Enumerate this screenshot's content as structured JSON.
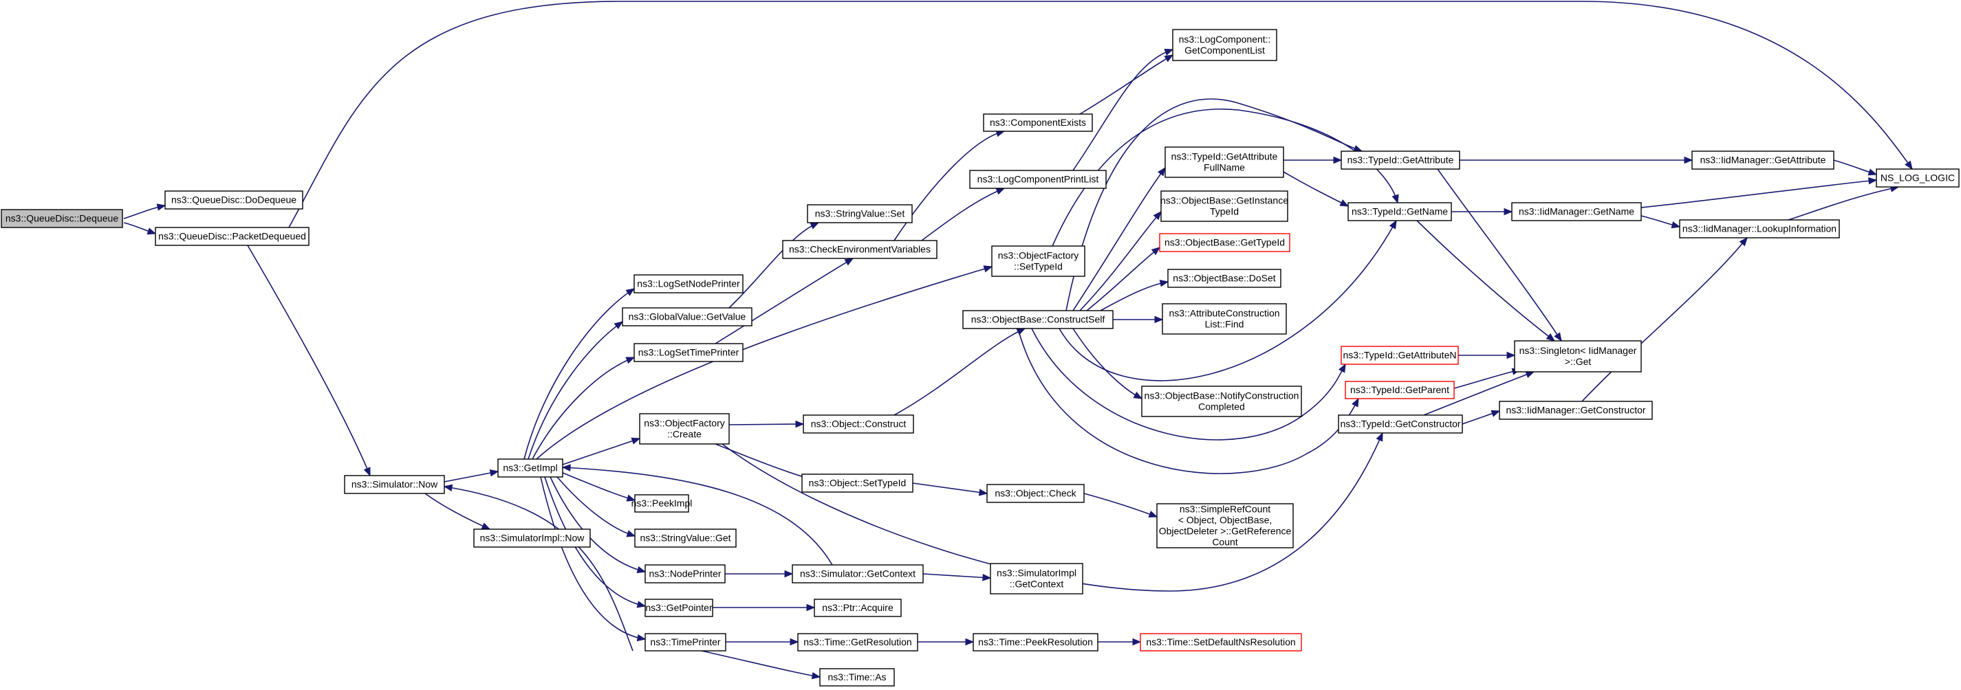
{
  "graph": {
    "nodes": [
      {
        "id": "dequeue",
        "lines": [
          "ns3::QueueDisc::Dequeue"
        ],
        "root": true
      },
      {
        "id": "dodequeue",
        "lines": [
          "ns3::QueueDisc::DoDequeue"
        ]
      },
      {
        "id": "packetdequeued",
        "lines": [
          "ns3::QueueDisc::PacketDequeued"
        ]
      },
      {
        "id": "simnow",
        "lines": [
          "ns3::Simulator::Now"
        ]
      },
      {
        "id": "getimpl",
        "lines": [
          "ns3::GetImpl"
        ]
      },
      {
        "id": "simimplnow",
        "lines": [
          "ns3::SimulatorImpl::Now"
        ]
      },
      {
        "id": "logsetnodeprinter",
        "lines": [
          "ns3::LogSetNodePrinter"
        ]
      },
      {
        "id": "globalvaluegetvalue",
        "lines": [
          "ns3::GlobalValue::GetValue"
        ]
      },
      {
        "id": "logsettimeprinter",
        "lines": [
          "ns3::LogSetTimePrinter"
        ]
      },
      {
        "id": "objfactorycreate",
        "lines": [
          "ns3::ObjectFactory",
          "::Create"
        ]
      },
      {
        "id": "peekimpl",
        "lines": [
          "ns3::PeekImpl"
        ]
      },
      {
        "id": "stringvalueget",
        "lines": [
          "ns3::StringValue::Get"
        ]
      },
      {
        "id": "nodeprinter",
        "lines": [
          "ns3::NodePrinter"
        ]
      },
      {
        "id": "getpointer",
        "lines": [
          "ns3::GetPointer"
        ]
      },
      {
        "id": "timeprinter",
        "lines": [
          "ns3::TimePrinter"
        ]
      },
      {
        "id": "stringvalueset",
        "lines": [
          "ns3::StringValue::Set"
        ]
      },
      {
        "id": "checkenv",
        "lines": [
          "ns3::CheckEnvironmentVariables"
        ]
      },
      {
        "id": "objconstruct",
        "lines": [
          "ns3::Object::Construct"
        ]
      },
      {
        "id": "objsettypeid",
        "lines": [
          "ns3::Object::SetTypeId"
        ]
      },
      {
        "id": "simgetcontext",
        "lines": [
          "ns3::Simulator::GetContext"
        ]
      },
      {
        "id": "ptracquire",
        "lines": [
          "ns3::Ptr::Acquire"
        ]
      },
      {
        "id": "timegetres",
        "lines": [
          "ns3::Time::GetResolution"
        ]
      },
      {
        "id": "timeas",
        "lines": [
          "ns3::Time::As"
        ]
      },
      {
        "id": "componentexists",
        "lines": [
          "ns3::ComponentExists"
        ]
      },
      {
        "id": "logcompprintlist",
        "lines": [
          "ns3::LogComponentPrintList"
        ]
      },
      {
        "id": "objfactorysettypeid",
        "lines": [
          "ns3::ObjectFactory",
          "::SetTypeId"
        ]
      },
      {
        "id": "objbaseconstructself",
        "lines": [
          "ns3::ObjectBase::ConstructSelf"
        ]
      },
      {
        "id": "objcheck",
        "lines": [
          "ns3::Object::Check"
        ]
      },
      {
        "id": "simimplgetcontext",
        "lines": [
          "ns3::SimulatorImpl",
          "::GetContext"
        ]
      },
      {
        "id": "timepeekres",
        "lines": [
          "ns3::Time::PeekResolution"
        ]
      },
      {
        "id": "logcompgetlist",
        "lines": [
          "ns3::LogComponent::",
          "GetComponentList"
        ]
      },
      {
        "id": "typeidgetattrfullname",
        "lines": [
          "ns3::TypeId::GetAttribute",
          "FullName"
        ]
      },
      {
        "id": "objbasegetinstancetypeid",
        "lines": [
          "ns3::ObjectBase::GetInstance",
          "TypeId"
        ]
      },
      {
        "id": "objbasegettypeid",
        "lines": [
          "ns3::ObjectBase::GetTypeId"
        ],
        "red": true
      },
      {
        "id": "objbasedoset",
        "lines": [
          "ns3::ObjectBase::DoSet"
        ]
      },
      {
        "id": "attrconstructionlistfind",
        "lines": [
          "ns3::AttributeConstruction",
          "List::Find"
        ]
      },
      {
        "id": "objbasenotify",
        "lines": [
          "ns3::ObjectBase::NotifyConstruction",
          "Completed"
        ]
      },
      {
        "id": "simplerefcount",
        "lines": [
          "ns3::SimpleRefCount",
          "< Object, ObjectBase,",
          "ObjectDeleter >::GetReference",
          "Count"
        ]
      },
      {
        "id": "timesetdefault",
        "lines": [
          "ns3::Time::SetDefaultNsResolution"
        ],
        "red": true
      },
      {
        "id": "typeidgetattribute",
        "lines": [
          "ns3::TypeId::GetAttribute"
        ]
      },
      {
        "id": "typeidgetname",
        "lines": [
          "ns3::TypeId::GetName"
        ]
      },
      {
        "id": "typeidgetattributen",
        "lines": [
          "ns3::TypeId::GetAttributeN"
        ],
        "red": true
      },
      {
        "id": "typeidgetparent",
        "lines": [
          "ns3::TypeId::GetParent"
        ],
        "red": true
      },
      {
        "id": "typeidgetconstructor",
        "lines": [
          "ns3::TypeId::GetConstructor"
        ]
      },
      {
        "id": "iidgetattribute",
        "lines": [
          "ns3::IidManager::GetAttribute"
        ]
      },
      {
        "id": "iidgetname",
        "lines": [
          "ns3::IidManager::GetName"
        ]
      },
      {
        "id": "singletonget",
        "lines": [
          "ns3::Singleton< IidManager",
          ">::Get"
        ]
      },
      {
        "id": "iidgetconstructor",
        "lines": [
          "ns3::IidManager::GetConstructor"
        ]
      },
      {
        "id": "nsloglogic",
        "lines": [
          "NS_LOG_LOGIC"
        ]
      },
      {
        "id": "iidlookup",
        "lines": [
          "ns3::IidManager::LookupInformation"
        ]
      }
    ]
  }
}
